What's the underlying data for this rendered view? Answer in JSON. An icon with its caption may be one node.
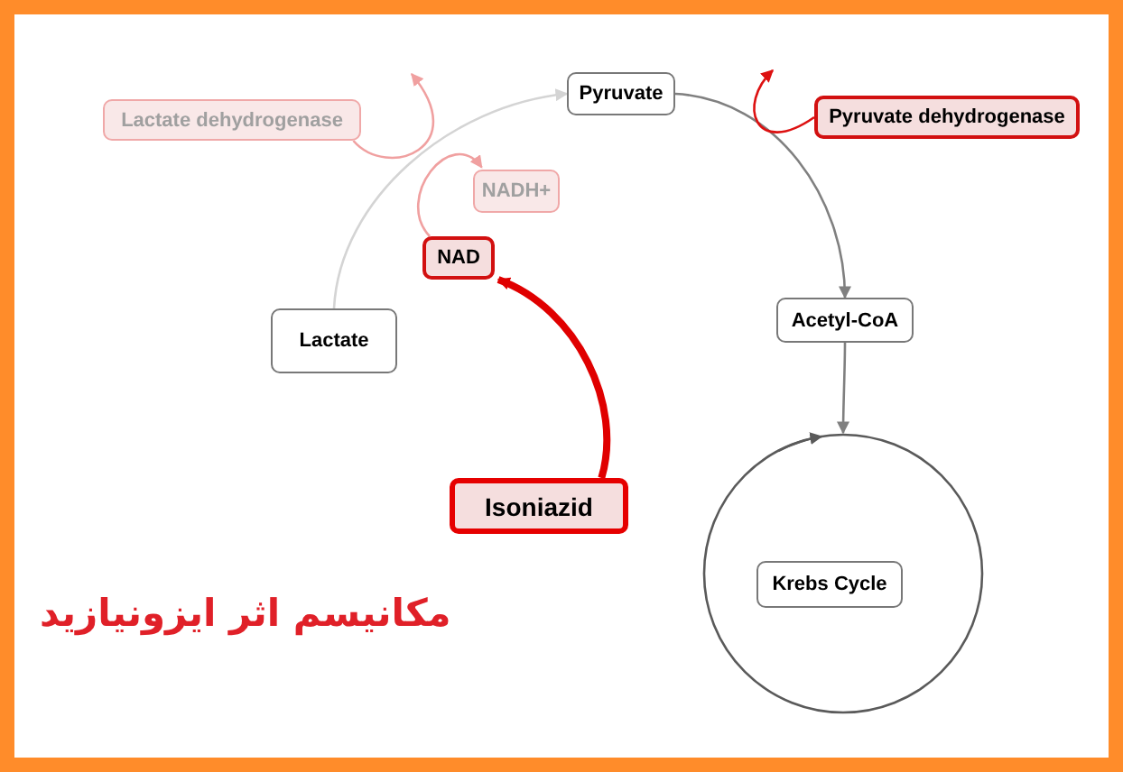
{
  "diagram": {
    "title": "مکانیسم اثر ایزونیازید",
    "nodes": [
      {
        "text": [
          "Lactate dehydrogenase"
        ]
      },
      {
        "text": [
          "Pyruvate"
        ]
      },
      {
        "text": [
          "Pyruvate dehydrogenase"
        ]
      },
      {
        "text": [
          "NADH+"
        ]
      },
      {
        "text": [
          "NAD"
        ]
      },
      {
        "text": [
          "Lactate"
        ]
      },
      {
        "text": [
          "Acetyl-CoA"
        ]
      },
      {
        "text": [
          "Isoniazid"
        ]
      },
      {
        "text": [],
        "shape": "circle"
      },
      {
        "text": [
          "Krebs Cycle"
        ],
        "in": 8
      }
    ],
    "edges": [
      {
        "from": 5,
        "to": 1,
        "arrow": "to",
        "color": "#d4d4d4"
      },
      {
        "from": 1,
        "to": 6,
        "arrow": "to"
      },
      {
        "from": 6,
        "to": 8,
        "arrow": "to"
      },
      {
        "from": 7,
        "to": 4,
        "arrow": "to",
        "style": "thick",
        "color": "#e00000"
      },
      {
        "from": 4,
        "to": 3,
        "arrow": "to",
        "color": "#f0a0a0"
      },
      {
        "from": 0,
        "to": null,
        "arrow": "to",
        "color": "#f0a0a0"
      },
      {
        "from": 2,
        "to": null,
        "arrow": "to",
        "color": "#dd1111"
      }
    ]
  }
}
